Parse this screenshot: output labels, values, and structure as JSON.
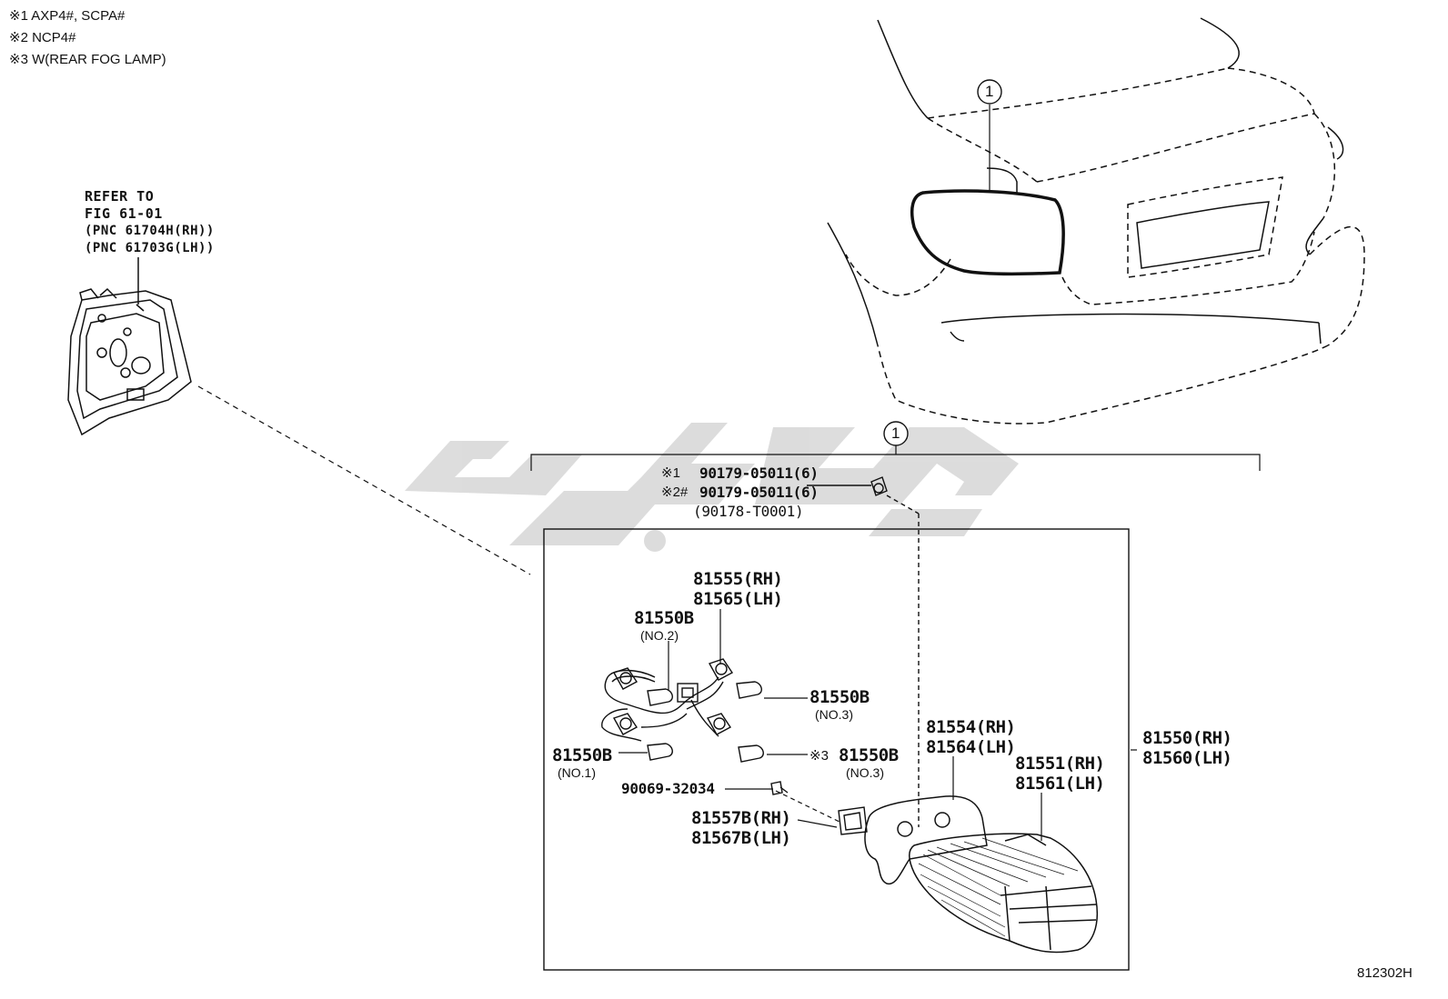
{
  "notes": [
    "※1 AXP4#, SCPA#",
    "※2 NCP4#",
    "※3 W(REAR FOG LAMP)"
  ],
  "refer": {
    "line1": "REFER TO",
    "line2": "FIG 61-01",
    "line3": "(PNC 61704H(RH))",
    "line4": "(PNC 61703G(LH))"
  },
  "callouts": {
    "car_ref": "1",
    "assembly_ref": "1"
  },
  "screw": {
    "line1_mark": "※1",
    "line1": "90179-05011(6)",
    "line2_mark": "※2#",
    "line2": "90179-05011(6)",
    "line3": "(90178-T0001)"
  },
  "parts": {
    "socket_a_rh": "81555(RH)",
    "socket_a_lh": "81565(LH)",
    "bulb_no2": "81550B",
    "bulb_no2_sub": "(NO.2)",
    "bulb_no3_top": "81550B",
    "bulb_no3_top_sub": "(NO.3)",
    "bulb_no1": "81550B",
    "bulb_no1_sub": "(NO.1)",
    "bulb_no3_bottom_mark": "※3",
    "bulb_no3_bottom": "81550B",
    "bulb_no3_bottom_sub": "(NO.3)",
    "screw_small": "90069-32034",
    "gasket_rh": "81557B(RH)",
    "gasket_lh": "81567B(LH)",
    "housing_rh": "81554(RH)",
    "housing_lh": "81564(LH)",
    "lens_rh": "81551(RH)",
    "lens_lh": "81561(LH)",
    "assembly_rh": "81550(RH)",
    "assembly_lh": "81560(LH)"
  },
  "watermark": "کاپا",
  "figure_code": "812302H"
}
